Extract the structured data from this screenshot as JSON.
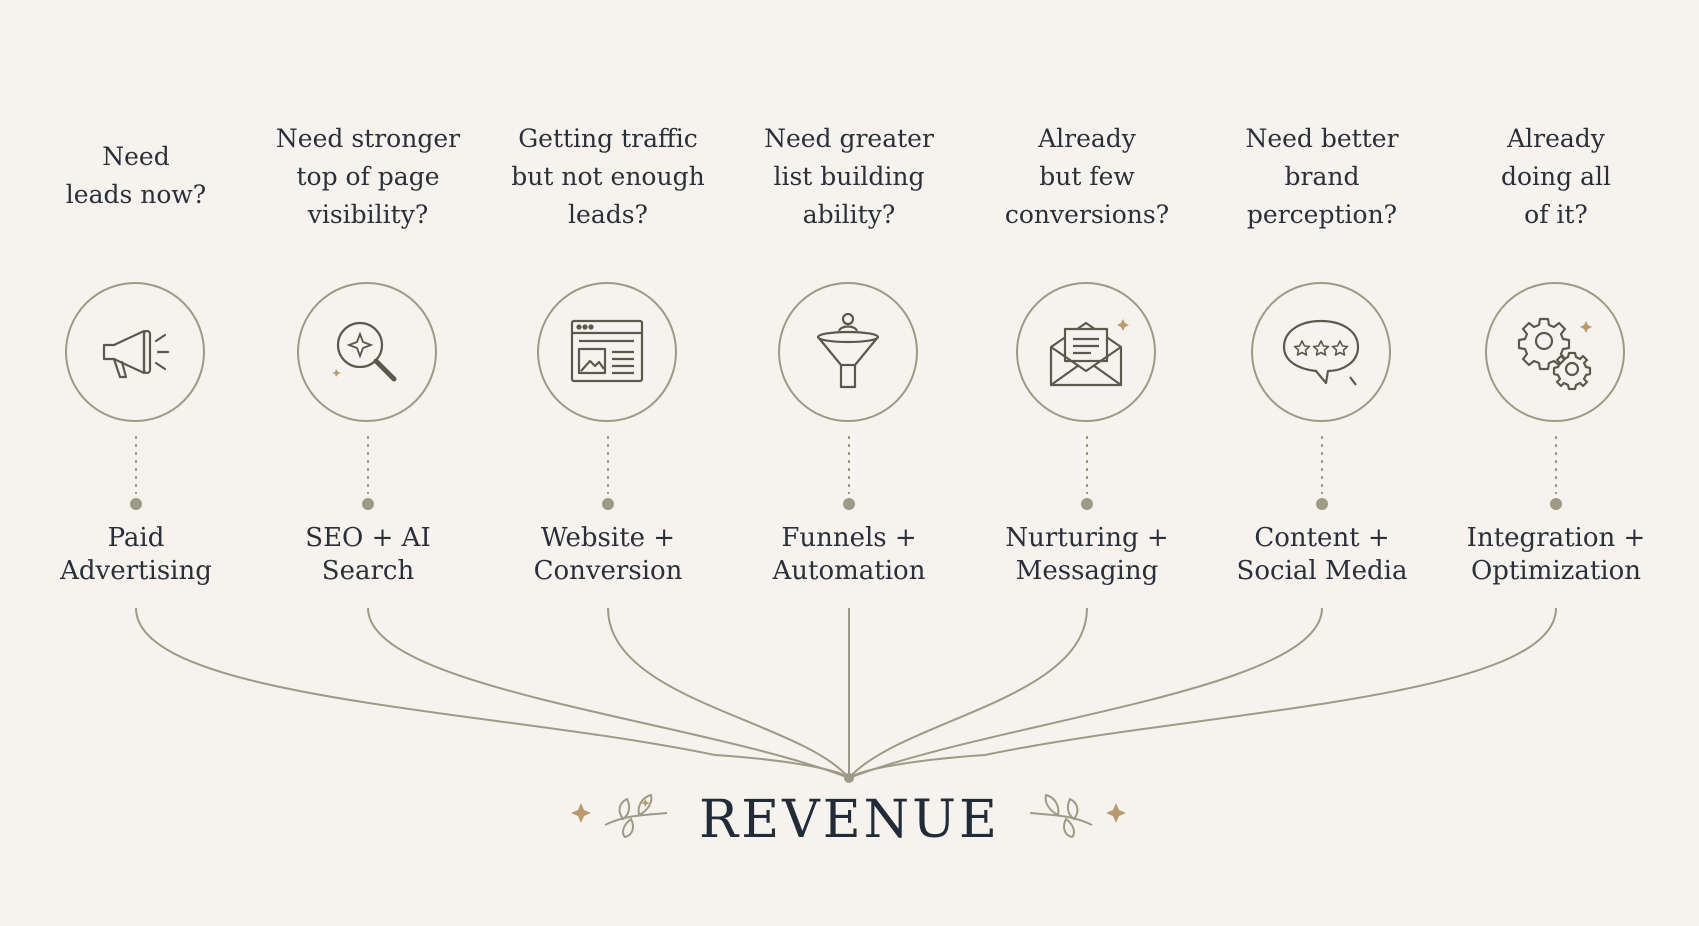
{
  "columns": [
    {
      "question": "Need\nleads now?",
      "service": "Paid\nAdvertising",
      "icon": "megaphone-icon"
    },
    {
      "question": "Need stronger\ntop of page\nvisibility?",
      "service": "SEO + AI\nSearch",
      "icon": "search-sparkle-icon"
    },
    {
      "question": "Getting traffic\nbut not enough\nleads?",
      "service": "Website +\nConversion",
      "icon": "browser-window-icon"
    },
    {
      "question": "Need greater\nlist building\nability?",
      "service": "Funnels +\nAutomation",
      "icon": "funnel-icon"
    },
    {
      "question": "Already\nbut few\nconversions?",
      "service": "Nurturing +\nMessaging",
      "icon": "envelope-icon"
    },
    {
      "question": "Need better\nbrand\nperception?",
      "service": "Content +\nSocial Media",
      "icon": "chat-stars-icon"
    },
    {
      "question": "Already\ndoing all\nof it?",
      "service": "Integration +\nOptimization",
      "icon": "gears-icon"
    }
  ],
  "result": "REVENUE",
  "colors": {
    "line": "#9d9a85",
    "accent": "#b89a6e",
    "text": "#2a2f3a",
    "background": "#f6f3ee"
  }
}
